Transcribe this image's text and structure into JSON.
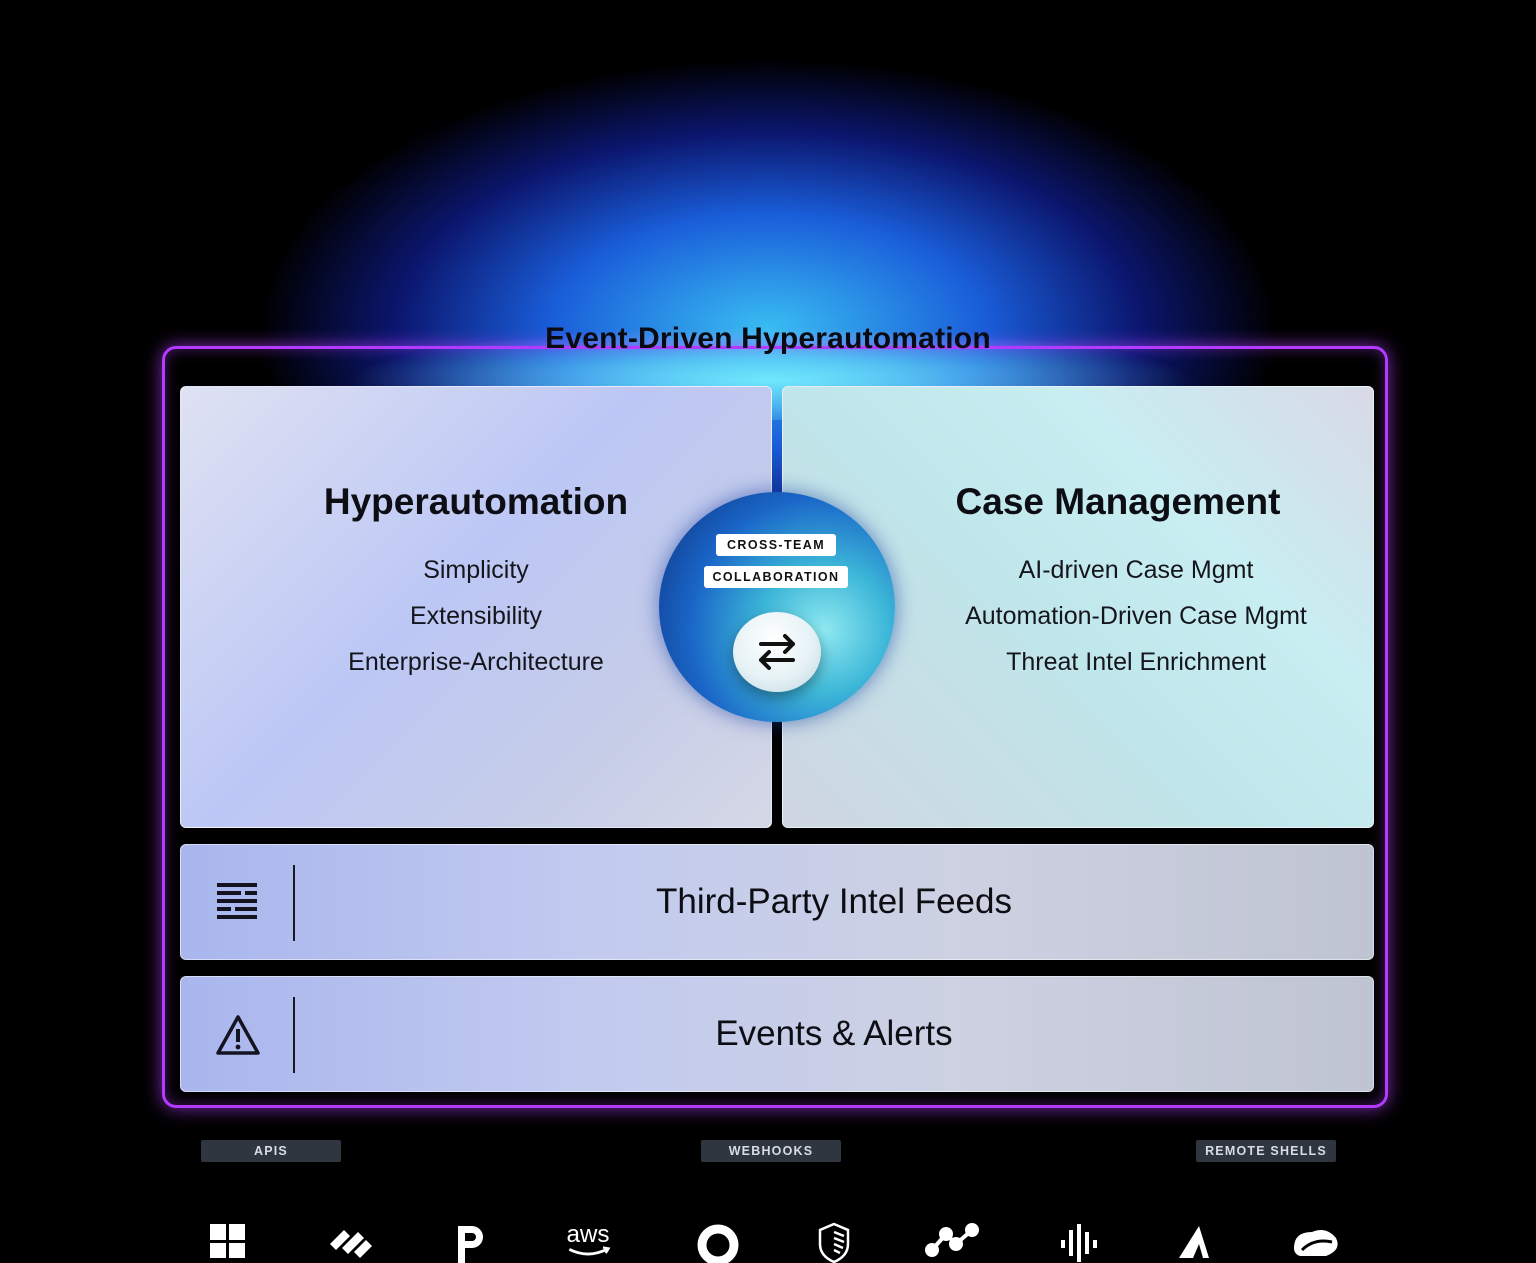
{
  "title": "Event-Driven Hyperautomation",
  "left_panel": {
    "title": "Hyperautomation",
    "items": [
      "Simplicity",
      "Extensibility",
      "Enterprise-Architecture"
    ]
  },
  "right_panel": {
    "title": "Case Management",
    "items": [
      "AI-driven Case Mgmt",
      "Automation-Driven Case Mgmt",
      "Threat Intel Enrichment"
    ]
  },
  "center": {
    "line1": "CROSS-TEAM",
    "line2": "COLLABORATION",
    "icon": "swap-arrows-icon"
  },
  "bars": [
    {
      "label": "Third-Party Intel Feeds",
      "icon": "feed-list-icon"
    },
    {
      "label": "Events & Alerts",
      "icon": "warning-triangle-icon"
    }
  ],
  "tags": [
    "APIS",
    "WEBHOOKS",
    "REMOTE SHELLS"
  ],
  "integration_logos": [
    "windows-logo",
    "palo-alto-logo",
    "p-logo",
    "aws-logo",
    "ring-logo",
    "shield-logo",
    "network-nodes-logo",
    "audio-bars-logo",
    "triangle-logo",
    "cloud-logo"
  ],
  "colors": {
    "frame_border": "#b23bff",
    "glow": "#1e6eff",
    "tag_background": "#2f3640"
  }
}
